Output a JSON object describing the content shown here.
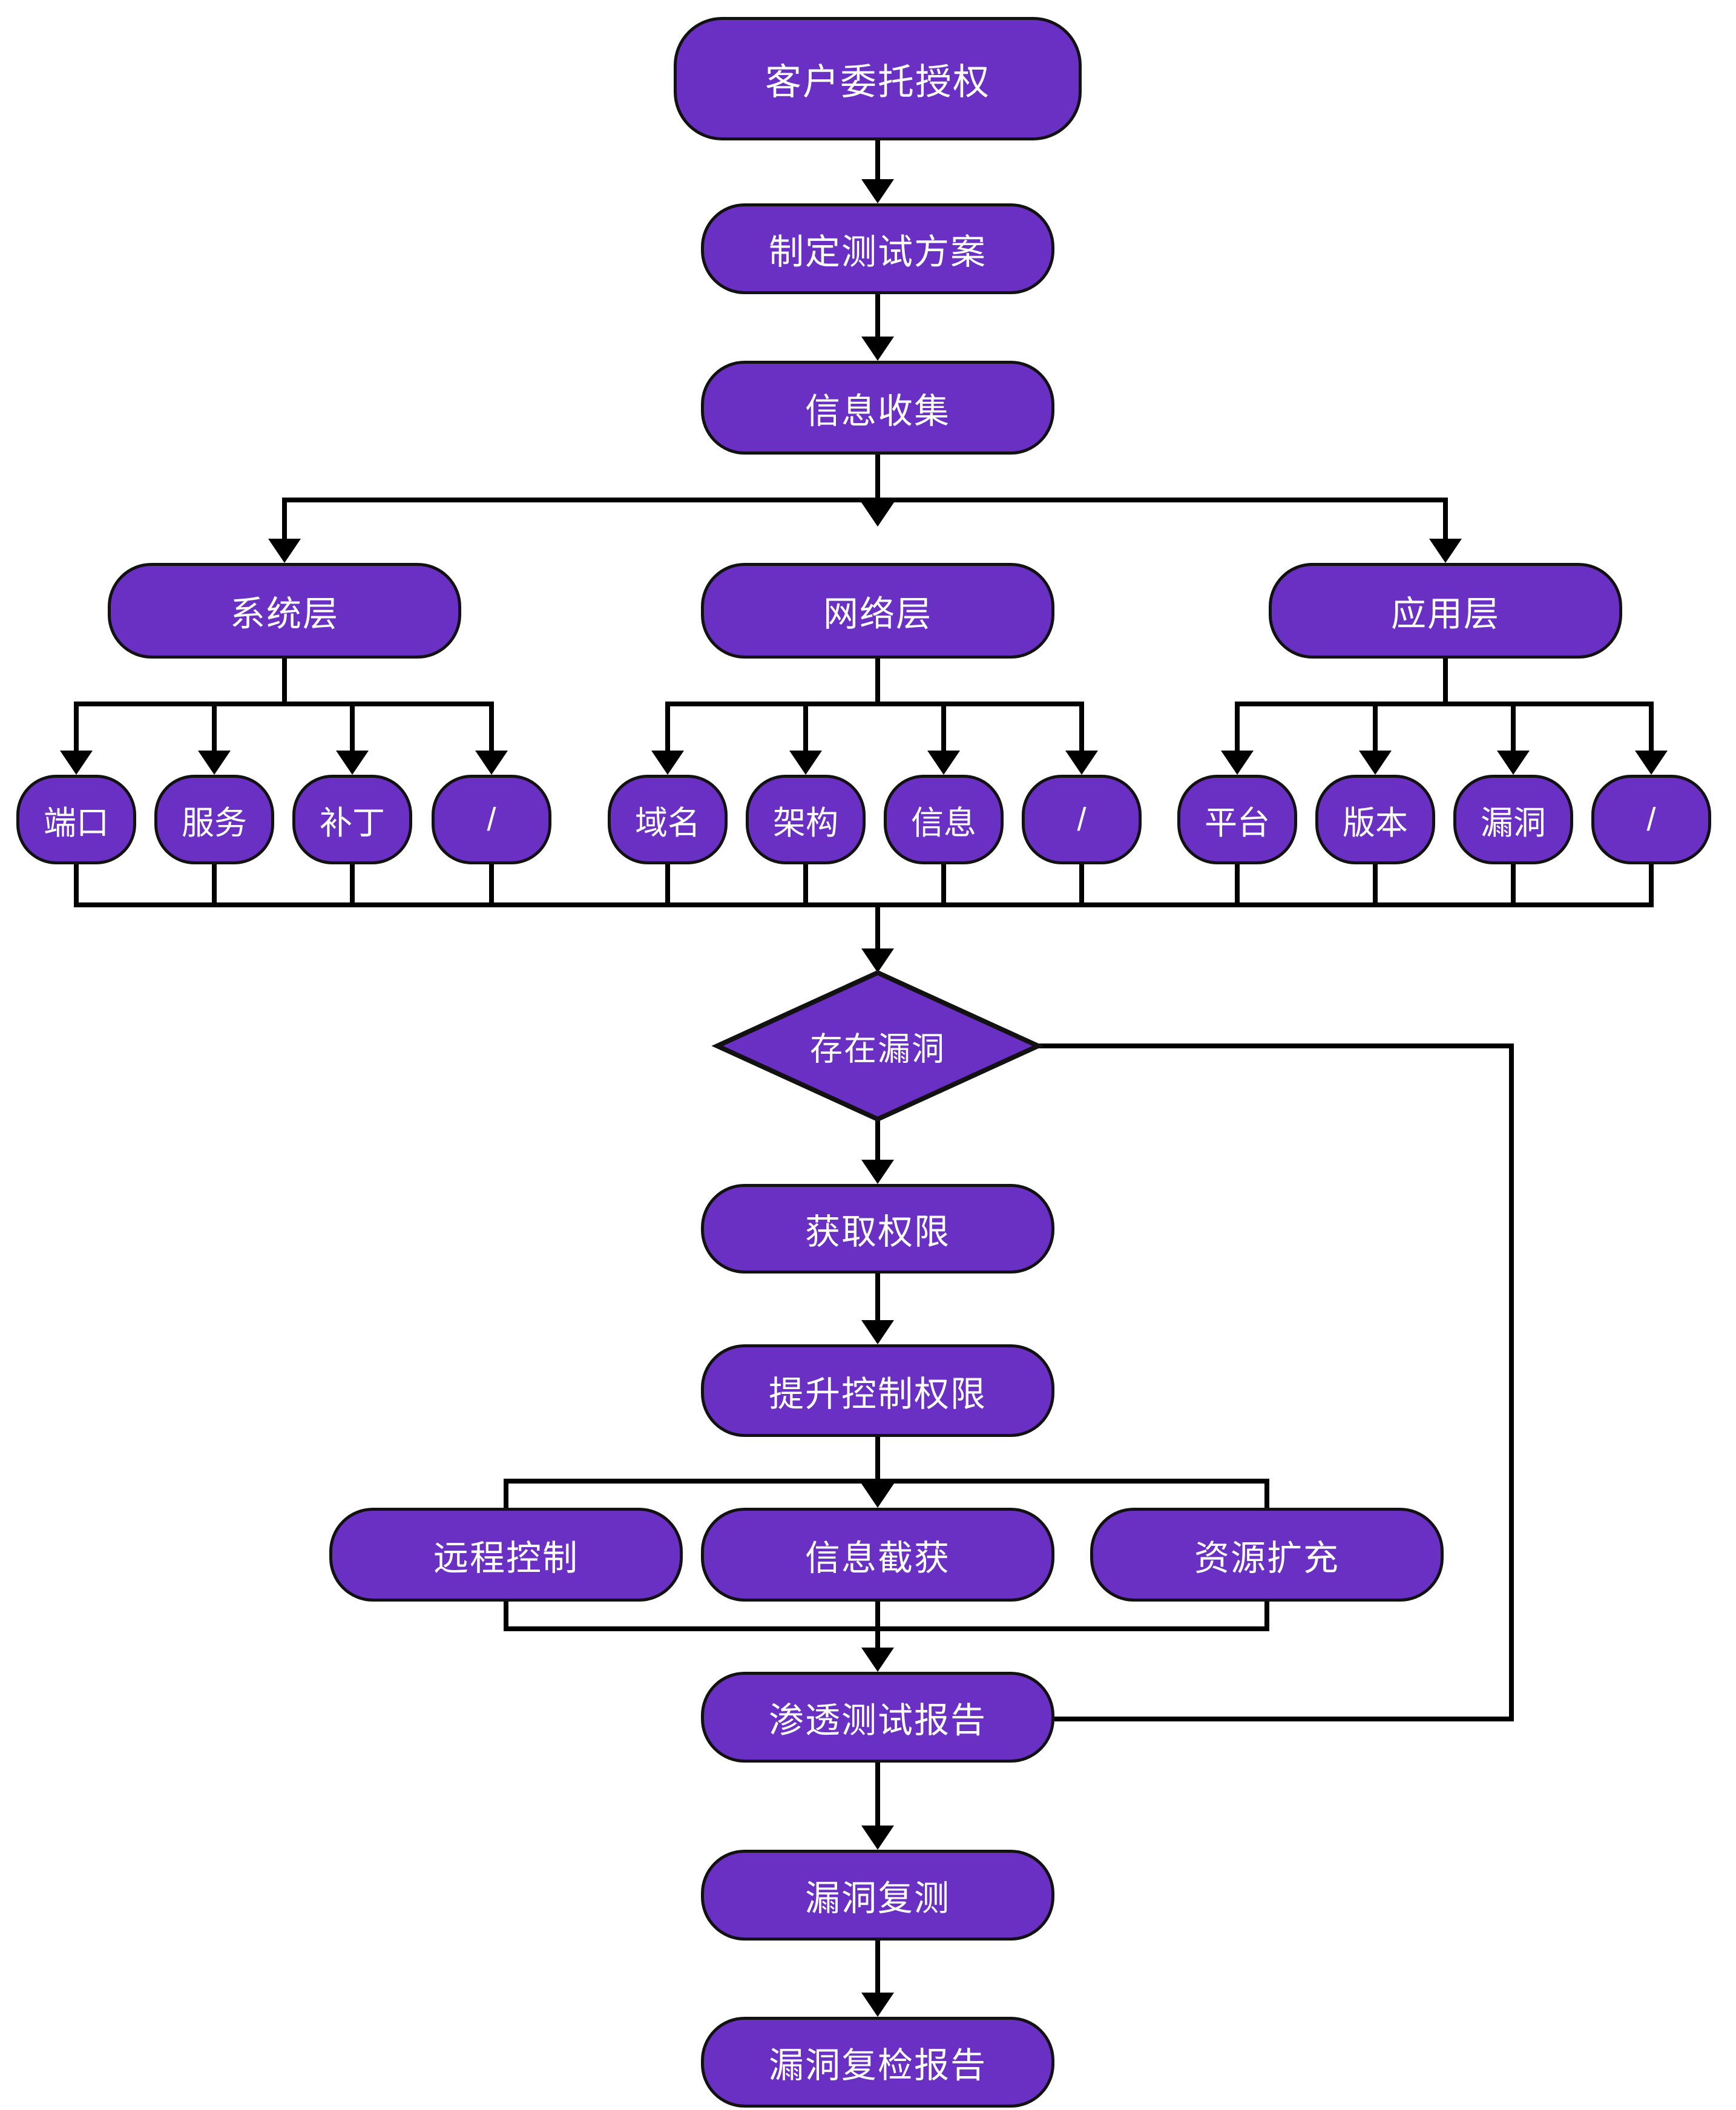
{
  "colors": {
    "node_fill": "#6A30C4",
    "node_border": "#121212",
    "line": "#000000",
    "text": "#ffffff",
    "background": "#ffffff"
  },
  "flow": {
    "authorization": "客户委托授权",
    "test_plan": "制定测试方案",
    "info_collection": "信息收集",
    "system_layer": "系统层",
    "network_layer": "网络层",
    "app_layer": "应用层",
    "system_children": [
      "端口",
      "服务",
      "补丁",
      "/"
    ],
    "network_children": [
      "域名",
      "架构",
      "信息",
      "/"
    ],
    "app_children": [
      "平台",
      "版本",
      "漏洞",
      "/"
    ],
    "decision": "存在漏洞",
    "get_permission": "获取权限",
    "escalate_privileges": "提升控制权限",
    "post_exploit": [
      "远程控制",
      "信息截获",
      "资源扩充"
    ],
    "pentest_report": "渗透测试报告",
    "vuln_retest": "漏洞复测",
    "recheck_report": "漏洞复检报告"
  }
}
